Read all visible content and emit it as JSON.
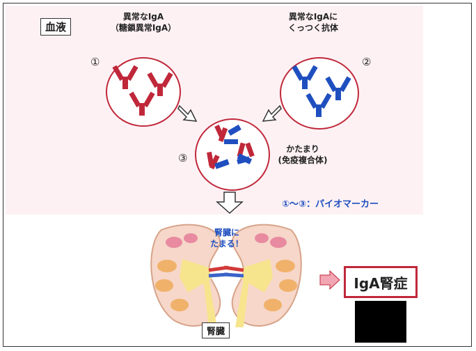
{
  "blood_label": "血液",
  "group1": {
    "num": "①",
    "line1": "異常なIgA",
    "line2": "（糖鎖異常IgA）"
  },
  "group2": {
    "num": "②",
    "line1": "異常なIgAに",
    "line2": "くっつく抗体"
  },
  "group3": {
    "num": "③",
    "line1": "かたまり",
    "line2": "(免疫複合体)"
  },
  "biomarker_note": "①～③：パイオマーカー",
  "deposit_text": {
    "line1": "腎臓に",
    "line2": "たまる！"
  },
  "kidney_label": "腎臓",
  "disease_label": "IgA腎症",
  "colors": {
    "red": "#c0283a",
    "blue": "#1f4fbf",
    "blood_bg": "#fdf1f4"
  }
}
